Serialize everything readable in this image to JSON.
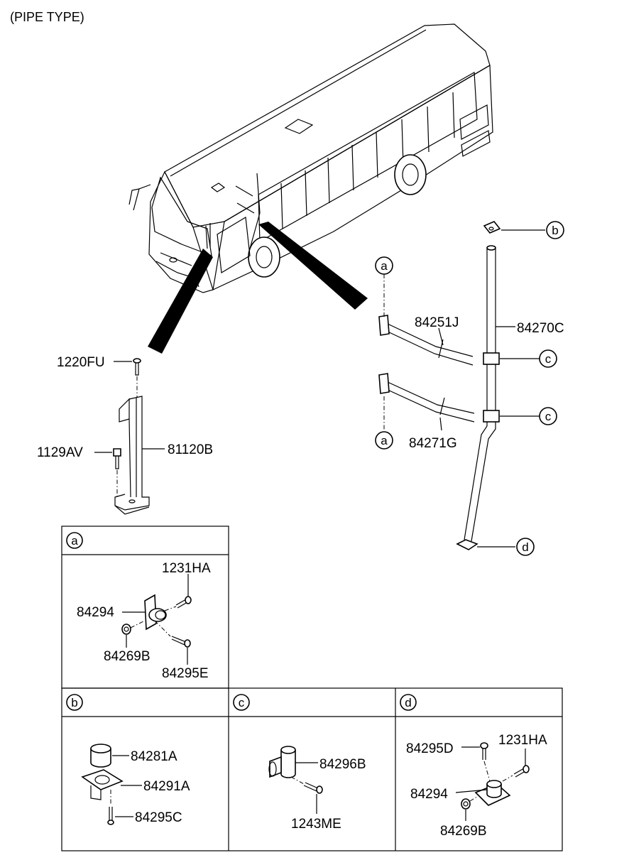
{
  "title": "(PIPE TYPE)",
  "parts": {
    "p1220FU": "1220FU",
    "p1129AV": "1129AV",
    "p81120B": "81120B",
    "p84251J": "84251J",
    "p84270C": "84270C",
    "p84271G": "84271G"
  },
  "callouts": {
    "a_top": "a",
    "a_bottom": "a",
    "b": "b",
    "c_top": "c",
    "c_bottom": "c",
    "d": "d"
  },
  "detail_a": {
    "letter": "a",
    "labels": {
      "p1231HA": "1231HA",
      "p84294": "84294",
      "p84269B": "84269B",
      "p84295E": "84295E"
    }
  },
  "detail_b": {
    "letter": "b",
    "labels": {
      "p84281A": "84281A",
      "p84291A": "84291A",
      "p84295C": "84295C"
    }
  },
  "detail_c": {
    "letter": "c",
    "labels": {
      "p84296B": "84296B",
      "p1243ME": "1243ME"
    }
  },
  "detail_d": {
    "letter": "d",
    "labels": {
      "p84295D": "84295D",
      "p1231HA": "1231HA",
      "p84294": "84294",
      "p84269B": "84269B"
    }
  }
}
